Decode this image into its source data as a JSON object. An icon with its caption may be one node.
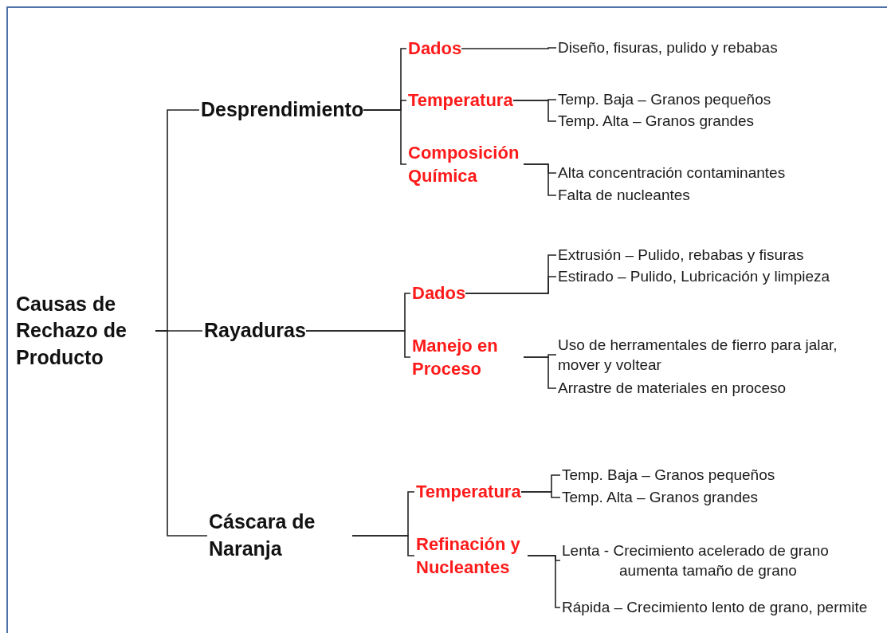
{
  "diagram": {
    "nodes": [
      {
        "text": [
          "Causas de Rechazo de Producto"
        ]
      },
      {
        "text": [
          "Desprendimiento"
        ]
      },
      {
        "text": [
          "Dados"
        ]
      },
      {
        "text": [
          "Diseño, fisuras, pulido y rebabas"
        ]
      },
      {
        "text": [
          "Temperatura"
        ]
      },
      {
        "text": [
          "Temp. Baja – Granos pequeños"
        ]
      },
      {
        "text": [
          "Temp. Alta – Granos grandes"
        ]
      },
      {
        "text": [
          "Composición Química"
        ]
      },
      {
        "text": [
          "Alta concentración contaminantes"
        ]
      },
      {
        "text": [
          "Falta de nucleantes"
        ]
      },
      {
        "text": [
          "Rayaduras"
        ]
      },
      {
        "text": [
          "Dados"
        ]
      },
      {
        "text": [
          "Extrusión – Pulido, rebabas y fisuras"
        ]
      },
      {
        "text": [
          "Estirado – Pulido, Lubricación y limpieza"
        ]
      },
      {
        "text": [
          "Manejo en Proceso"
        ]
      },
      {
        "text": [
          "Uso de herramentales de fierro para jalar, mover y voltear"
        ]
      },
      {
        "text": [
          "Arrastre de materiales en proceso"
        ]
      },
      {
        "text": [
          "Cáscara de Naranja"
        ]
      },
      {
        "text": [
          "Temperatura"
        ]
      },
      {
        "text": [
          "Temp. Baja – Granos pequeños"
        ]
      },
      {
        "text": [
          "Temp. Alta – Granos grandes"
        ]
      },
      {
        "text": [
          "Refinación y Nucleantes"
        ]
      },
      {
        "text": [
          "Lenta - Crecimiento acelerado de grano aumenta tamaño de grano"
        ]
      },
      {
        "text": [
          "Rápida – Crecimiento lento de grano, permite"
        ]
      }
    ],
    "edges": [
      {
        "from": 0,
        "to": 1,
        "arrow": "none"
      },
      {
        "from": 0,
        "to": 10,
        "arrow": "none"
      },
      {
        "from": 0,
        "to": 17,
        "arrow": "none"
      },
      {
        "from": 1,
        "to": 2,
        "arrow": "none"
      },
      {
        "from": 1,
        "to": 4,
        "arrow": "none"
      },
      {
        "from": 1,
        "to": 7,
        "arrow": "none"
      },
      {
        "from": 2,
        "to": 3,
        "arrow": "none"
      },
      {
        "from": 4,
        "to": 5,
        "arrow": "none"
      },
      {
        "from": 4,
        "to": 6,
        "arrow": "none"
      },
      {
        "from": 7,
        "to": 8,
        "arrow": "none"
      },
      {
        "from": 7,
        "to": 9,
        "arrow": "none"
      },
      {
        "from": 10,
        "to": 11,
        "arrow": "none"
      },
      {
        "from": 10,
        "to": 14,
        "arrow": "none"
      },
      {
        "from": 11,
        "to": 12,
        "arrow": "none"
      },
      {
        "from": 11,
        "to": 13,
        "arrow": "none"
      },
      {
        "from": 14,
        "to": 15,
        "arrow": "none"
      },
      {
        "from": 14,
        "to": 16,
        "arrow": "none"
      },
      {
        "from": 17,
        "to": 18,
        "arrow": "none"
      },
      {
        "from": 17,
        "to": 21,
        "arrow": "none"
      },
      {
        "from": 18,
        "to": 19,
        "arrow": "none"
      },
      {
        "from": 18,
        "to": 20,
        "arrow": "none"
      },
      {
        "from": 21,
        "to": 22,
        "arrow": "none"
      },
      {
        "from": 21,
        "to": 23,
        "arrow": "none"
      }
    ]
  }
}
